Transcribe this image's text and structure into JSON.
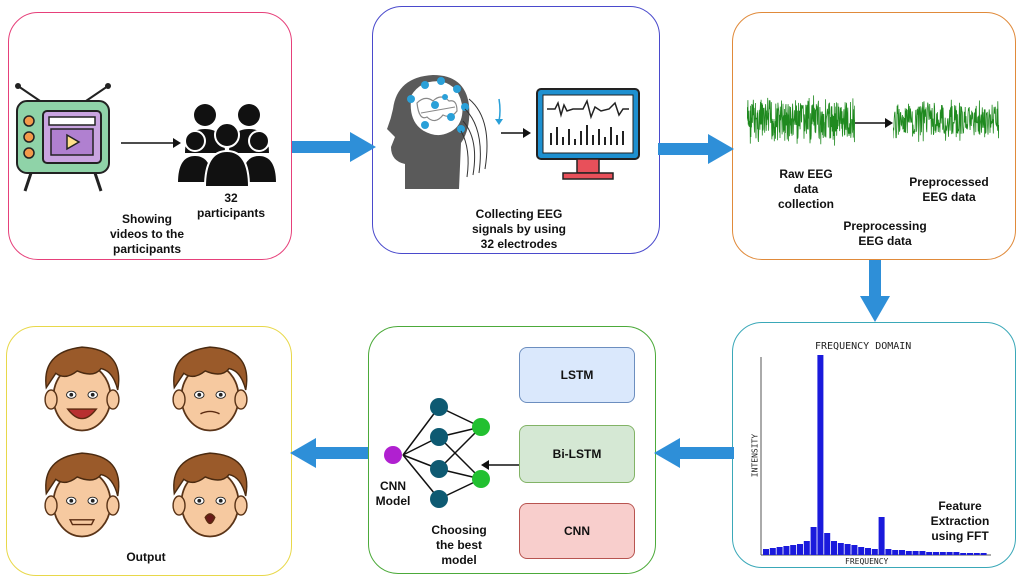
{
  "stages": {
    "video": {
      "label": "Showing videos to the participants",
      "count": "32",
      "participants": "participants"
    },
    "eeg": {
      "label": "Collecting EEG signals by using 32 electrodes"
    },
    "preprocess": {
      "raw": "Raw EEG data collection",
      "processed": "Preprocessed EEG data",
      "title": "Preprocessing EEG data"
    },
    "fft": {
      "title": "FREQUENCY DOMAIN",
      "ylabel": "INTENSITY",
      "xlabel": "FREQUENCY",
      "caption": "Feature Extraction using FFT"
    },
    "model": {
      "options": [
        "LSTM",
        "Bi-LSTM",
        "CNN"
      ],
      "net_label": "CNN Model",
      "caption": "Choosing the best model"
    },
    "output": {
      "label": "Output"
    }
  },
  "colors": {
    "panel_video": "#e6407a",
    "panel_eeg": "#4a4acc",
    "panel_pre": "#e08a3a",
    "panel_fft": "#3aa8b8",
    "panel_model": "#4caa3a",
    "panel_output": "#e8d84a",
    "arrow": "#2e8fd8",
    "eeg_wave": "#1f8a1f",
    "fft_bar": "#1a1adc"
  }
}
